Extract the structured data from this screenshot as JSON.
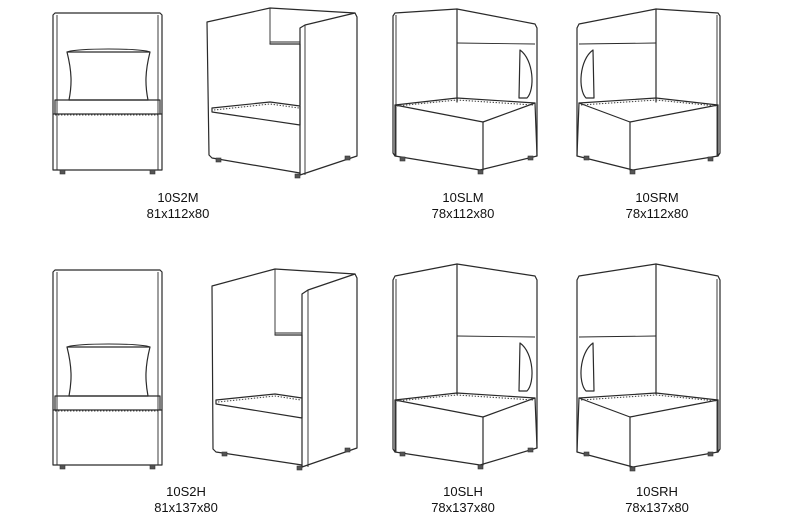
{
  "models": [
    {
      "code": "10S2M",
      "dimensions": "81x112x80"
    },
    {
      "code": "10SLM",
      "dimensions": "78x112x80"
    },
    {
      "code": "10SRM",
      "dimensions": "78x112x80"
    },
    {
      "code": "10S2H",
      "dimensions": "81x137x80"
    },
    {
      "code": "10SLH",
      "dimensions": "78x137x80"
    },
    {
      "code": "10SRH",
      "dimensions": "78x137x80"
    }
  ]
}
